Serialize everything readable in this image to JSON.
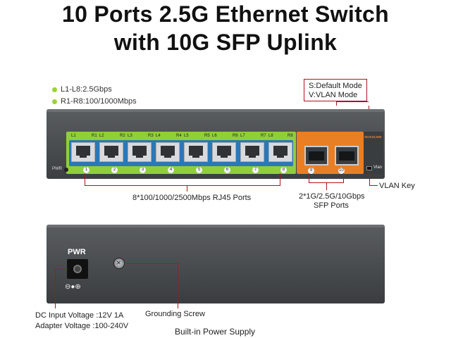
{
  "title_line1": "10 Ports 2.5G Ethernet Switch",
  "title_line2": "with 10G SFP Uplink",
  "legend": {
    "l_ports": "L1-L8:2.5Gbps",
    "r_ports": "R1-R8:100/1000Mbps"
  },
  "mode_note": {
    "line1": "S:Default Mode",
    "line2": "V:VLAN Mode"
  },
  "vlan_key": "VLAN Key",
  "rj45_label": "8*100/1000/2500Mbps RJ45 Ports",
  "sfp_label": {
    "line1": "2*1G/2.5G/10Gbps",
    "line2": "SFP Ports"
  },
  "front_panel": {
    "pwr": "PWR",
    "brand": "SICKOLINK",
    "vlan": "Vlan",
    "port_labels": [
      {
        "l": "L1",
        "r": "R1"
      },
      {
        "l": "L2",
        "r": "R2"
      },
      {
        "l": "L3",
        "r": "R3"
      },
      {
        "l": "L4",
        "r": "R4"
      },
      {
        "l": "L5",
        "r": "R5"
      },
      {
        "l": "L6",
        "r": "R6"
      },
      {
        "l": "L7",
        "r": "R7"
      },
      {
        "l": "L8",
        "r": "R8"
      }
    ],
    "port_numbers": [
      "1",
      "2",
      "3",
      "4",
      "5",
      "6",
      "7",
      "8"
    ],
    "sfp_numbers": [
      "9",
      "10"
    ]
  },
  "back_panel": {
    "pwr": "PWR",
    "polarity": "⊖●⊕"
  },
  "dc_input": "DC Input Voltage :12V 1A",
  "adapter_voltage": "Adapter Voltage :100-240V",
  "grounding_screw": "Grounding Screw",
  "builtin_power": "Built-in Power Supply",
  "colors": {
    "annotation_line": "#b0121b",
    "rj45_panel": "#8fcf3a",
    "sfp_panel": "#e97f24"
  }
}
